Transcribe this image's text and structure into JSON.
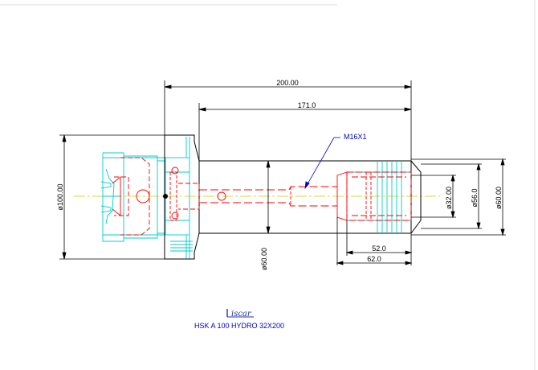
{
  "drawing": {
    "dimensions": {
      "overall_length": "200.00",
      "body_length": "171.0",
      "length_52": "52.0",
      "length_62": "62.0",
      "dia_100": "ø100.00",
      "dia_60_body": "ø60.00",
      "dia_32": "ø32.00",
      "dia_56": "ø56.0",
      "dia_60_nose": "ø60.00"
    },
    "callout": "M16X1",
    "logo_text": "iscar",
    "title": "HSK A 100 HYDRO 32X200"
  },
  "colors": {
    "outline": "#000000",
    "shank": "#00cccc",
    "internal": "#ff0000",
    "centerline": "#cccc00",
    "callout": "#0000cc"
  }
}
